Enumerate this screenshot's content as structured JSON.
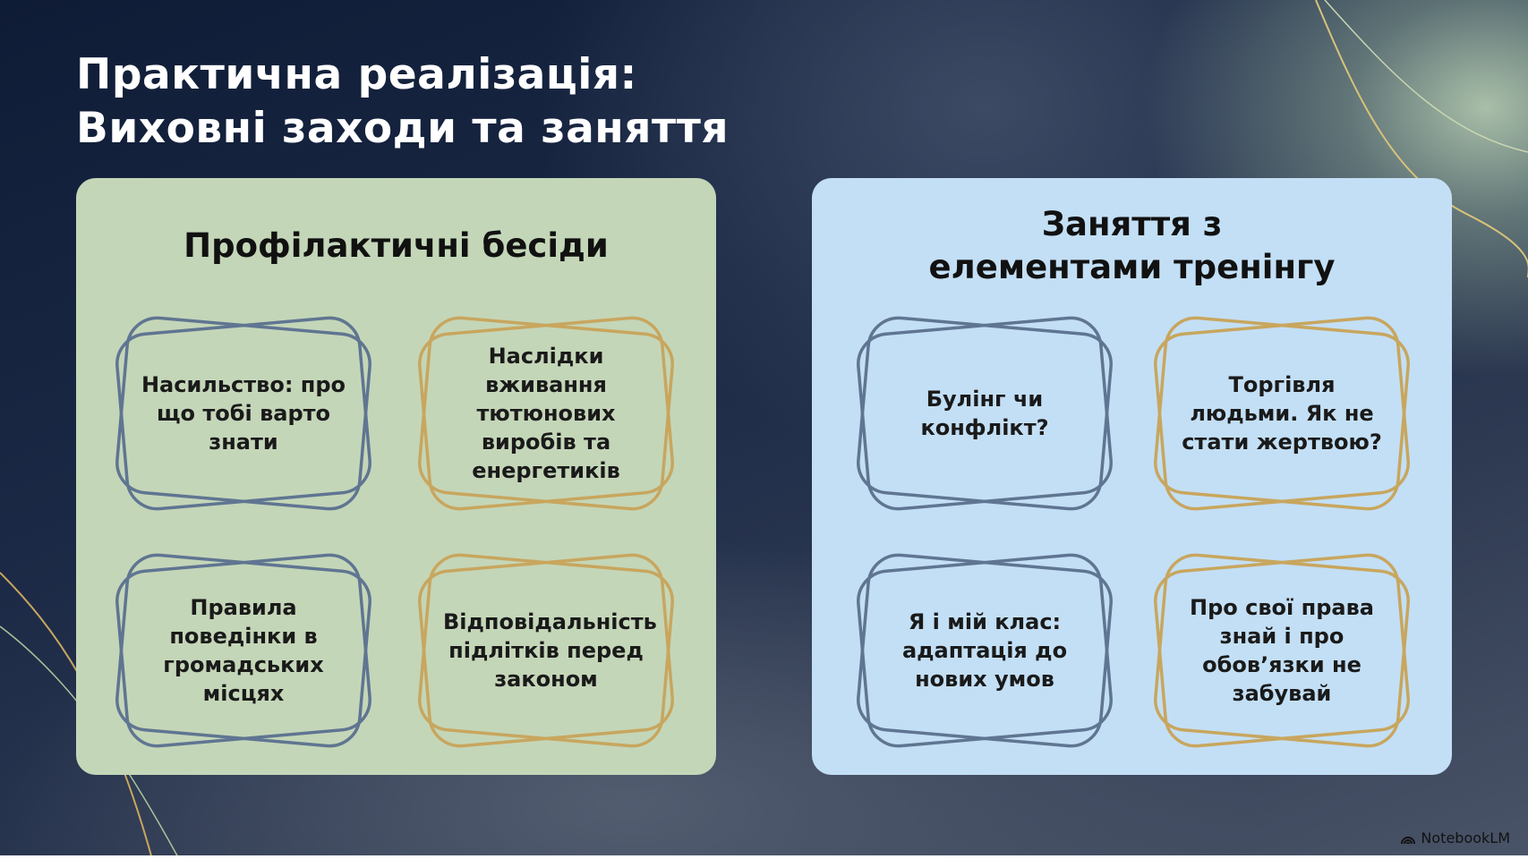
{
  "title": {
    "line1": "Практична реалізація:",
    "line2": "Виховні заходи та заняття"
  },
  "left_panel": {
    "title": "Профілактичні бесіди",
    "items": [
      {
        "text": "Насильство: про що тобі варто знати",
        "color": "#5f7591"
      },
      {
        "text": "Наслідки вживання тютюнових виробів та енергетиків",
        "color": "#c8a65e"
      },
      {
        "text": "Правила поведінки в громадських місцях",
        "color": "#5f7591"
      },
      {
        "text": "Відповідальність підлітків перед законом",
        "color": "#c8a65e"
      }
    ]
  },
  "right_panel": {
    "title": "Заняття з елементами тренінгу",
    "items": [
      {
        "text": "Булінг чи конфлікт?",
        "color": "#5f7591"
      },
      {
        "text": "Торгівля людьми. Як не стати жертвою?",
        "color": "#c8a65e"
      },
      {
        "text": "Я і мій клас: адаптація до нових умов",
        "color": "#5f7591"
      },
      {
        "text": "Про свої права знай і про обов’язки не забувай",
        "color": "#c8a65e"
      }
    ]
  },
  "brand": {
    "label": "NotebookLM"
  }
}
